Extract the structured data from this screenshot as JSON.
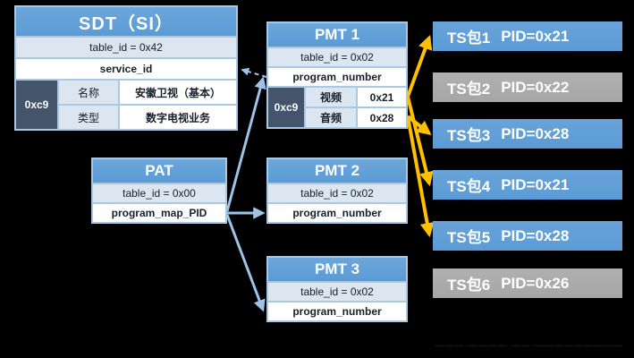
{
  "colors": {
    "header_blue": "#5b9bd5",
    "line": "#a8c8e4",
    "row_light": "#dce6f1",
    "dark_cell": "#44546a",
    "ts_blue": "#5b9bd5",
    "ts_gray": "#a6a6a6",
    "arrow_blue": "#9dc3e6",
    "arrow_yellow": "#ffc000",
    "bg": "#000000"
  },
  "sdt": {
    "title": "SDT（SI）",
    "table_id": "table_id = 0x42",
    "service_id": "service_id",
    "pid": "0xc9",
    "fields": [
      {
        "label": "名称",
        "value": "安徽卫视（基本）"
      },
      {
        "label": "类型",
        "value": "数字电视业务"
      }
    ]
  },
  "pat": {
    "title": "PAT",
    "table_id": "table_id = 0x00",
    "pointer": "program_map_PID"
  },
  "pmts": [
    {
      "title": "PMT 1",
      "table_id": "table_id = 0x02",
      "pointer": "program_number",
      "pid": "0xc9",
      "streams": [
        {
          "label": "视频",
          "value": "0x21"
        },
        {
          "label": "音频",
          "value": "0x28"
        }
      ]
    },
    {
      "title": "PMT 2",
      "table_id": "table_id = 0x02",
      "pointer": "program_number"
    },
    {
      "title": "PMT 3",
      "table_id": "table_id = 0x02",
      "pointer": "program_number"
    }
  ],
  "ts_packets": [
    {
      "name": "TS包1",
      "pid": "PID=0x21",
      "variant": "blue"
    },
    {
      "name": "TS包2",
      "pid": "PID=0x22",
      "variant": "gray"
    },
    {
      "name": "TS包3",
      "pid": "PID=0x28",
      "variant": "blue"
    },
    {
      "name": "TS包4",
      "pid": "PID=0x21",
      "variant": "blue"
    },
    {
      "name": "TS包5",
      "pid": "PID=0x28",
      "variant": "blue"
    },
    {
      "name": "TS包6",
      "pid": "PID=0x26",
      "variant": "gray"
    }
  ],
  "watermark": {
    "text": "———·———— ——·—————————"
  }
}
